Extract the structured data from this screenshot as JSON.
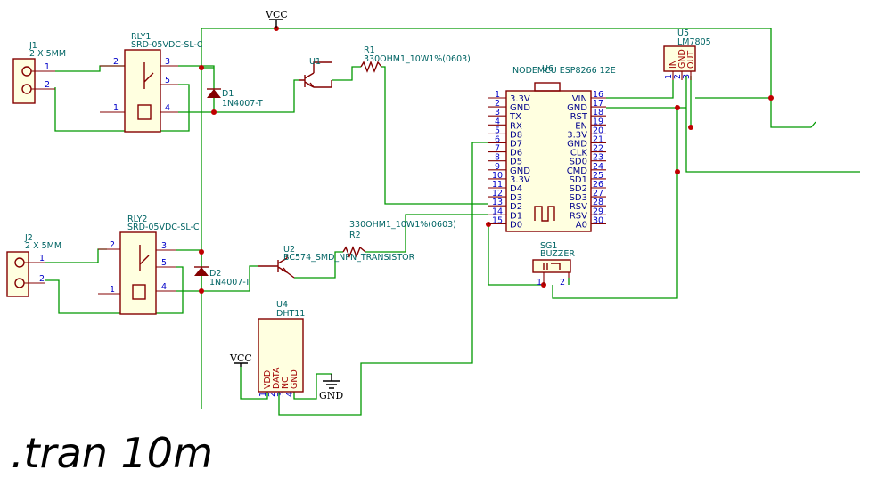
{
  "power": {
    "vcc": "VCC",
    "gnd": "GND"
  },
  "j1": {
    "ref": "J1",
    "value": "2 X 5MM",
    "pins": [
      "1",
      "2"
    ]
  },
  "j2": {
    "ref": "J2",
    "value": "2 X 5MM",
    "pins": [
      "1",
      "2"
    ]
  },
  "rly1": {
    "ref": "RLY1",
    "value": "SRD-05VDC-SL-C",
    "pins": [
      "2",
      "3",
      "5",
      "1",
      "4"
    ]
  },
  "rly2": {
    "ref": "RLY2",
    "value": "SRD-05VDC-SL-C",
    "pins": [
      "2",
      "3",
      "5",
      "1",
      "4"
    ]
  },
  "d1": {
    "ref": "D1",
    "value": "1N4007-T"
  },
  "d2": {
    "ref": "D2",
    "value": "1N4007-T"
  },
  "u1": {
    "ref": "U1"
  },
  "u2": {
    "ref": "U2",
    "value": "BC574_SMD_NPN_TRANSISTOR"
  },
  "r1": {
    "ref": "R1",
    "value": "330OHM1_10W1%(0603)"
  },
  "r2": {
    "ref": "R2",
    "value": "330OHM1_10W1%(0603)"
  },
  "u5": {
    "ref": "U5",
    "value": "LM7805",
    "pin_names": [
      "IN",
      "GND",
      "OUT"
    ],
    "pin_nums": [
      "1",
      "2",
      "3"
    ]
  },
  "u6": {
    "ref": "U6",
    "value": "NODEMCU ESP8266 12E",
    "left_pins": [
      {
        "num": "1",
        "name": "3.3V"
      },
      {
        "num": "2",
        "name": "GND"
      },
      {
        "num": "3",
        "name": "TX"
      },
      {
        "num": "4",
        "name": "RX"
      },
      {
        "num": "5",
        "name": "D8"
      },
      {
        "num": "6",
        "name": "D7"
      },
      {
        "num": "7",
        "name": "D6"
      },
      {
        "num": "8",
        "name": "D5"
      },
      {
        "num": "9",
        "name": "GND"
      },
      {
        "num": "10",
        "name": "3.3V"
      },
      {
        "num": "11",
        "name": "D4"
      },
      {
        "num": "12",
        "name": "D3"
      },
      {
        "num": "13",
        "name": "D2"
      },
      {
        "num": "14",
        "name": "D1"
      },
      {
        "num": "15",
        "name": "D0"
      }
    ],
    "right_pins": [
      {
        "num": "16",
        "name": "VIN"
      },
      {
        "num": "17",
        "name": "GND"
      },
      {
        "num": "18",
        "name": "RST"
      },
      {
        "num": "19",
        "name": "EN"
      },
      {
        "num": "20",
        "name": "3.3V"
      },
      {
        "num": "21",
        "name": "GND"
      },
      {
        "num": "22",
        "name": "CLK"
      },
      {
        "num": "23",
        "name": "SD0"
      },
      {
        "num": "24",
        "name": "CMD"
      },
      {
        "num": "25",
        "name": "SD1"
      },
      {
        "num": "26",
        "name": "SD2"
      },
      {
        "num": "27",
        "name": "SD3"
      },
      {
        "num": "28",
        "name": "RSV"
      },
      {
        "num": "29",
        "name": "RSV"
      },
      {
        "num": "30",
        "name": "A0"
      }
    ]
  },
  "sg1": {
    "ref": "SG1",
    "value": "BUZZER",
    "pins": [
      "1",
      "2"
    ]
  },
  "u4": {
    "ref": "U4",
    "value": "DHT11",
    "pin_names": [
      "VDD",
      "DATA",
      "NC",
      "GND"
    ],
    "pin_nums": [
      "1",
      "2",
      "3",
      "4"
    ]
  },
  "directive": ".tran 10m"
}
